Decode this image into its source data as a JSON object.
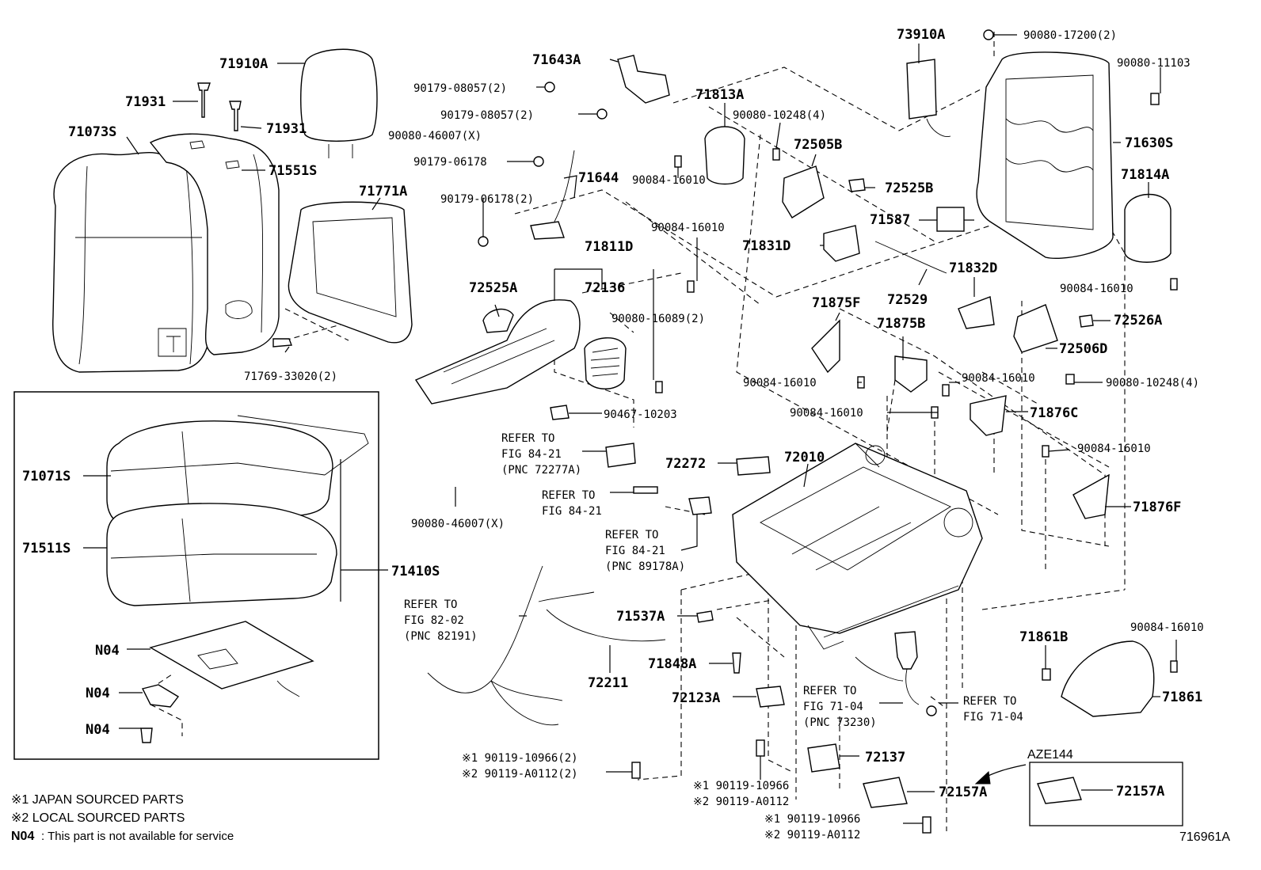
{
  "labels": {
    "l71910A": "71910A",
    "l71931a": "71931",
    "l71931b": "71931",
    "l71073S": "71073S",
    "l71551S": "71551S",
    "l71771A": "71771A",
    "l71769": "71769-33020(2)",
    "l71643A": "71643A",
    "l90179_08057a": "90179-08057(2)",
    "l90179_08057b": "90179-08057(2)",
    "l90080_46007a": "90080-46007(X)",
    "l90179_06178a": "90179-06178",
    "l71644": "71644",
    "l90179_06178b": "90179-06178(2)",
    "l71813A": "71813A",
    "l90084_16010a": "90084-16010",
    "l90084_16010b": "90084-16010",
    "l90080_10248a": "90080-10248(4)",
    "l72505B": "72505B",
    "l72525B": "72525B",
    "l73910A": "73910A",
    "l90080_17200": "90080-17200(2)",
    "l90080_11103": "90080-11103",
    "l71630S": "71630S",
    "l71814A": "71814A",
    "l71587": "71587",
    "l71831D": "71831D",
    "l72529": "72529",
    "l71832D": "71832D",
    "l90084_16010c": "90084-16010",
    "l72526A": "72526A",
    "l72506D": "72506D",
    "l71811D": "71811D",
    "l72136": "72136",
    "l72525A": "72525A",
    "l90080_16089": "90080-16089(2)",
    "l71875F": "71875F",
    "l71875B": "71875B",
    "l90084_16010d": "90084-16010",
    "l90084_16010e": "90084-16010",
    "l90080_10248b": "90080-10248(4)",
    "l90084_16010f": "90084-16010",
    "l71876C": "71876C",
    "l90467": "90467-10203",
    "l90084_16010g": "90084-16010",
    "l71876F": "71876F",
    "l72272": "72272",
    "l72010": "72010",
    "l71071S": "71071S",
    "l71511S": "71511S",
    "l71410S": "71410S",
    "l90080_46007b": "90080-46007(X)",
    "lN04a": "N04",
    "lN04b": "N04",
    "lN04c": "N04",
    "l71537A": "71537A",
    "l71848A": "71848A",
    "l72211": "72211",
    "l72123A": "72123A",
    "l71861B": "71861B",
    "l90084_16010h": "90084-16010",
    "l71861": "71861",
    "l72137": "72137",
    "l72157Aa": "72157A",
    "l72157Ab": "72157A",
    "lAZE144": "AZE144",
    "l71961A": "716961A"
  },
  "refs": {
    "r1": [
      "REFER TO",
      "FIG 84-21",
      "(PNC 72277A)"
    ],
    "r2": [
      "REFER TO",
      "FIG 84-21"
    ],
    "r3": [
      "REFER TO",
      "FIG 84-21",
      "(PNC 89178A)"
    ],
    "r4": [
      "REFER TO",
      "FIG 82-02",
      "(PNC 82191)"
    ],
    "r5": [
      "REFER TO",
      "FIG 71-04",
      "(PNC 73230)"
    ],
    "r6": [
      "REFER TO",
      "FIG 71-04"
    ]
  },
  "bolts": {
    "b1": [
      "※1 90119-10966(2)",
      "※2 90119-A0112(2)"
    ],
    "b2": [
      "※1 90119-10966",
      "※2 90119-A0112"
    ],
    "b3": [
      "※1 90119-10966",
      "※2 90119-A0112"
    ]
  },
  "notes": {
    "n1": "※1 JAPAN SOURCED PARTS",
    "n2": "※2 LOCAL SOURCED PARTS",
    "n3_code": "N04",
    "n3_text": ": This part is not available for service"
  }
}
